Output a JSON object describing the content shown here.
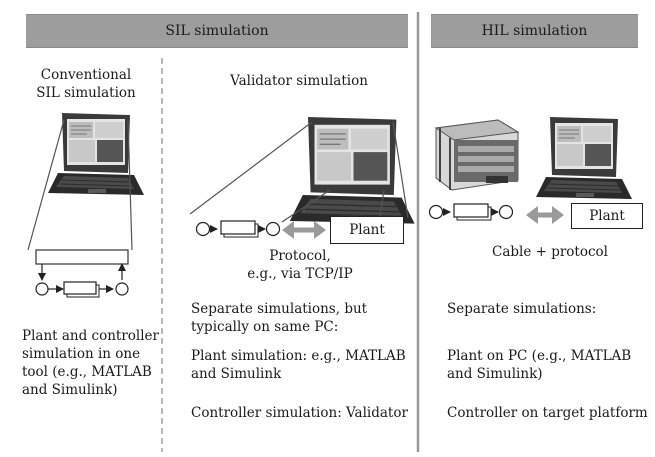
{
  "headers": {
    "sil": "SIL simulation",
    "hil": "HIL simulation"
  },
  "columns": {
    "conventional": {
      "title_line1": "Conventional",
      "title_line2": "SIL simulation",
      "desc": [
        "Plant and controller",
        "simulation in one",
        "tool (e.g., MATLAB",
        "and Simulink)"
      ]
    },
    "validator": {
      "title": "Validator simulation",
      "plant_label": "Plant",
      "link_line1": "Protocol,",
      "link_line2": "e.g., via TCP/IP",
      "desc": [
        "Separate simulations, but",
        "typically on same PC:"
      ],
      "plant_sim": [
        "Plant simulation: e.g., MATLAB",
        "and Simulink"
      ],
      "controller_sim": "Controller simulation: Validator"
    },
    "hil": {
      "plant_label": "Plant",
      "link": "Cable + protocol",
      "desc": "Separate simulations:",
      "plant_sim": [
        "Plant on PC (e.g., MATLAB",
        "and Simulink)"
      ],
      "controller_sim": "Controller on target platform"
    }
  },
  "icons": [
    "laptop-icon",
    "embedded-rack-icon",
    "signal-block-icon",
    "double-arrow-icon"
  ],
  "colors": {
    "header_bg": "#9d9d9d",
    "divider": "#888888",
    "arrow": "#9a9a9a"
  }
}
